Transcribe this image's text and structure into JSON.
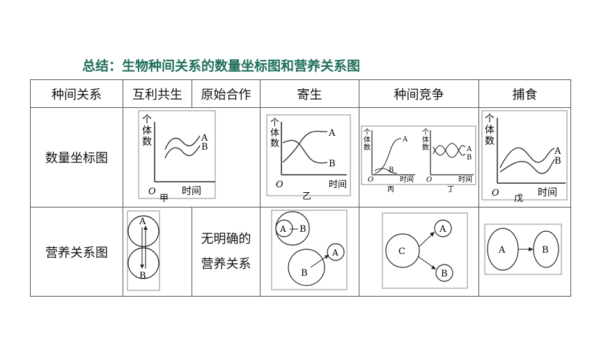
{
  "title": "总结：生物种间关系的数量坐标图和营养关系图",
  "headers": {
    "col0": "种间关系",
    "mutualism": "互利共生",
    "protocooperation": "原始合作",
    "parasitism": "寄生",
    "competition": "种间竞争",
    "predation": "捕食"
  },
  "row_labels": {
    "quantity": "数量坐标图",
    "nutrition": "营养关系图"
  },
  "no_relation_text": [
    "无明确的",
    "营养关系"
  ],
  "graph_labels": {
    "y_axis": [
      "个",
      "体",
      "数"
    ],
    "x_axis": "时间",
    "origin": "O",
    "series_a": "A",
    "series_b": "B",
    "series_c": "C",
    "jia": "甲",
    "yi": "乙",
    "bing": "丙",
    "ding": "丁",
    "wu": "戊"
  },
  "colors": {
    "title": "#1f6f5c",
    "line": "#222222",
    "border": "#555555"
  }
}
